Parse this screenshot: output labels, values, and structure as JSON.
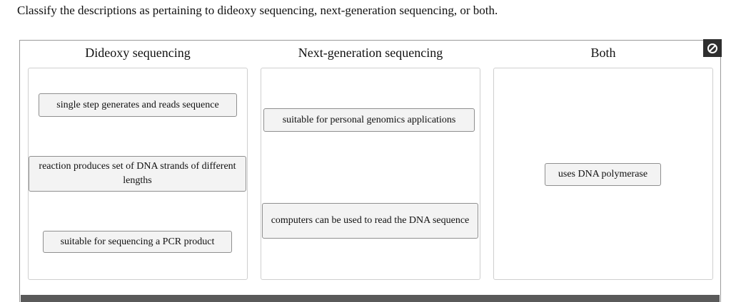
{
  "instruction": "Classify the descriptions as pertaining to dideoxy sequencing, next-generation sequencing, or both.",
  "reset_icon": "reset-circle-slash-icon",
  "columns": [
    {
      "title": "Dideoxy sequencing",
      "items": [
        "single step generates and reads sequence",
        "reaction produces set of DNA strands of different lengths",
        "suitable for sequencing a PCR product"
      ]
    },
    {
      "title": "Next-generation sequencing",
      "items": [
        "suitable for personal genomics applications",
        "computers can be used to read the DNA sequence"
      ]
    },
    {
      "title": "Both",
      "items": [
        "uses DNA polymerase"
      ]
    }
  ]
}
